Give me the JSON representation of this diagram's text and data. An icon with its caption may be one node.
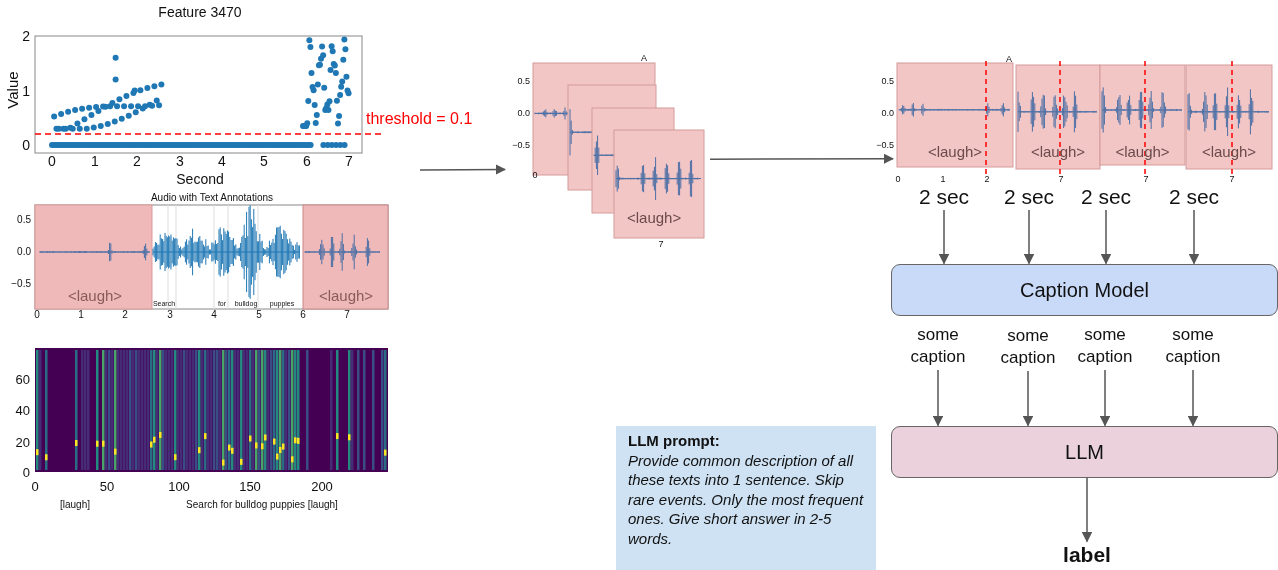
{
  "diagram": {
    "nodes": [
      {
        "text": [],
        "shape": "picture"
      },
      {
        "text": [
          "<laugh>"
        ]
      },
      {
        "text": [
          "<laugh>",
          "<laugh>",
          "<laugh>",
          "<laugh>"
        ]
      },
      {
        "text": [
          "2 sec"
        ]
      },
      {
        "text": [
          "2 sec"
        ]
      },
      {
        "text": [
          "2 sec"
        ]
      },
      {
        "text": [
          "2 sec"
        ]
      },
      {
        "text": [
          "Caption Model"
        ]
      },
      {
        "text": [
          "some caption"
        ]
      },
      {
        "text": [
          "some caption"
        ]
      },
      {
        "text": [
          "some caption"
        ]
      },
      {
        "text": [
          "some caption"
        ]
      },
      {
        "text": [
          "LLM"
        ]
      },
      {
        "text": [
          "label"
        ]
      },
      {
        "text": [
          "LLM prompt:",
          "Provide common description of all these texts into 1 sentence. Skip rare events. Only the most frequent ones. Give short answer in 2-5 words."
        ]
      }
    ],
    "edges": [
      {
        "from": 0,
        "to": 1,
        "arrow": "to"
      },
      {
        "from": 1,
        "to": 2,
        "arrow": "to"
      },
      {
        "from": 3,
        "to": 7,
        "arrow": "to"
      },
      {
        "from": 4,
        "to": 7,
        "arrow": "to"
      },
      {
        "from": 5,
        "to": 7,
        "arrow": "to"
      },
      {
        "from": 6,
        "to": 7,
        "arrow": "to"
      },
      {
        "from": 8,
        "to": 12,
        "arrow": "to"
      },
      {
        "from": 9,
        "to": 12,
        "arrow": "to"
      },
      {
        "from": 10,
        "to": 12,
        "arrow": "to"
      },
      {
        "from": 11,
        "to": 12,
        "arrow": "to"
      },
      {
        "from": 12,
        "to": 13,
        "arrow": "to"
      }
    ],
    "labels": [
      "Feature 3470",
      "2",
      "1",
      "0",
      "Value",
      "0",
      "1",
      "2",
      "3",
      "4",
      "5",
      "6",
      "7",
      "Second",
      "threshold = 0.1",
      "Audio with Text Annotations",
      "0.5",
      "0.0",
      "−0.5",
      "<laugh>",
      "Search",
      "for",
      "bulldog",
      "puppies",
      "<laugh>",
      "0",
      "1",
      "2",
      "3",
      "4",
      "5",
      "6",
      "7",
      "60",
      "40",
      "20",
      "0",
      "0",
      "50",
      "100",
      "150",
      "200",
      "[laugh]",
      "Search for bulldog puppies [laugh]",
      "A",
      "0.5",
      "0.0",
      "−0.5",
      "0",
      "7",
      "A",
      "0.5",
      "0.0",
      "−0.5",
      "0",
      "1",
      "2",
      "7",
      "7",
      "7"
    ]
  }
}
